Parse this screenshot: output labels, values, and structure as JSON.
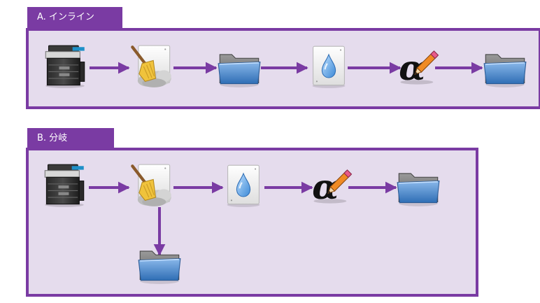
{
  "sections": [
    {
      "tab_label": "A. インライン",
      "layout": "inline",
      "steps": [
        "scanner-icon",
        "cleanup-icon",
        "folder-icon",
        "ocr-icon",
        "text-recognition-icon",
        "folder-icon"
      ]
    },
    {
      "tab_label": "B. 分岐",
      "layout": "branch",
      "steps": [
        "scanner-icon",
        "cleanup-icon",
        "ocr-icon",
        "text-recognition-icon",
        "folder-icon"
      ],
      "branch": {
        "from": "cleanup-icon",
        "to": "folder-icon"
      }
    }
  ],
  "colors": {
    "accent": "#7a3ba3",
    "panel_background": "#e5dced",
    "tab_text": "#ffffff"
  }
}
